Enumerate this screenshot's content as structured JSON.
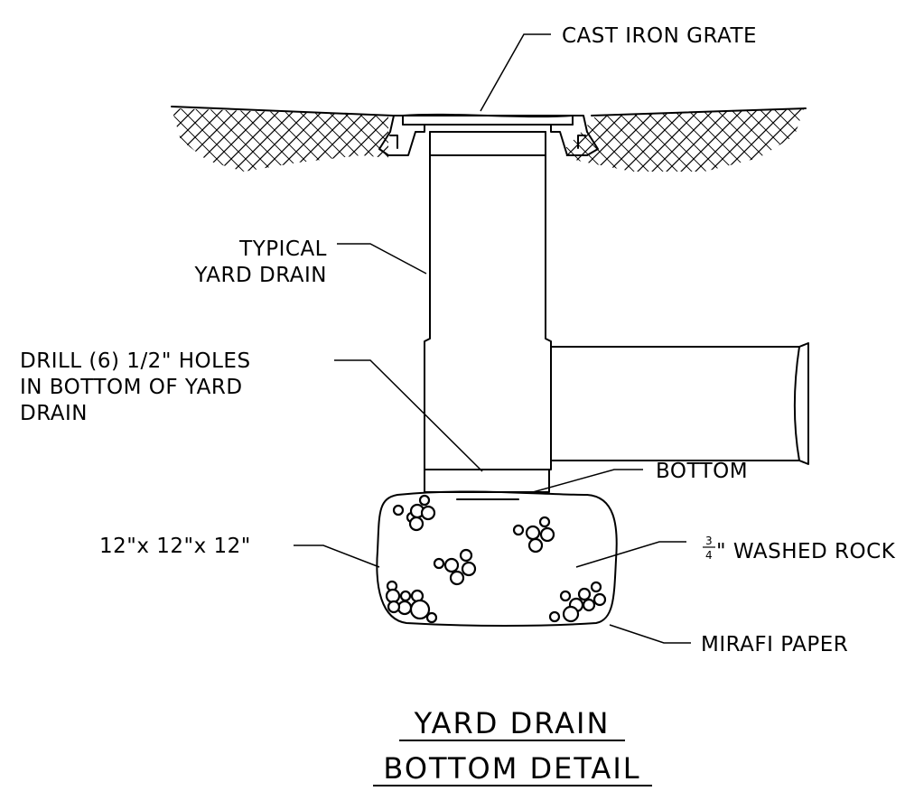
{
  "labels": {
    "grate": "CAST IRON GRATE",
    "typical_1": "TYPICAL",
    "typical_2": "YARD DRAIN",
    "drill_1": "DRILL (6) 1/2\" HOLES",
    "drill_2": "IN BOTTOM OF YARD",
    "drill_3": "DRAIN",
    "bottom": "BOTTOM",
    "dimension": "12\"x 12\"x 12\"",
    "rock_frac_num": "3",
    "rock_frac_den": "4",
    "rock_text": "\" WASHED ROCK",
    "paper": "MIRAFI PAPER"
  },
  "title": {
    "line1": "YARD DRAIN",
    "line2": "BOTTOM DETAIL"
  }
}
